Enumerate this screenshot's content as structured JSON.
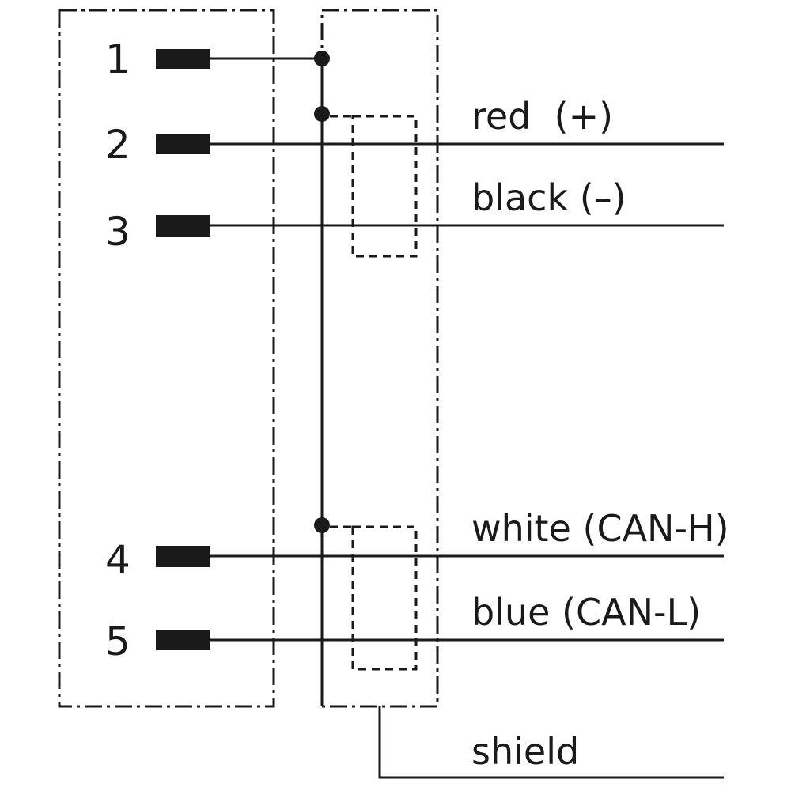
{
  "pins": [
    {
      "id": "1",
      "label": "1"
    },
    {
      "id": "2",
      "label": "2"
    },
    {
      "id": "3",
      "label": "3"
    },
    {
      "id": "4",
      "label": "4"
    },
    {
      "id": "5",
      "label": "5"
    }
  ],
  "wires": [
    {
      "id": "red",
      "label": "red  (+)"
    },
    {
      "id": "black",
      "label": "black (–)"
    },
    {
      "id": "white",
      "label": "white (CAN-H)"
    },
    {
      "id": "blue",
      "label": "blue (CAN-L)"
    },
    {
      "id": "shield",
      "label": "shield"
    }
  ],
  "colors": {
    "ink": "#1a1a1a",
    "background": "#ffffff"
  }
}
